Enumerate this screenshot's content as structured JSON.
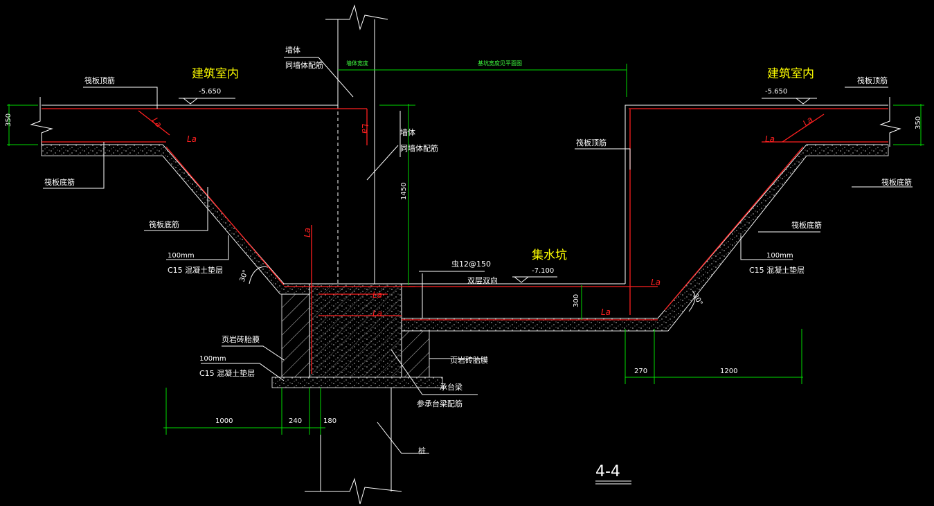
{
  "labels": {
    "wall_top": "墙体",
    "wall_top_rebar": "同墙体配筋",
    "wall_mid": "墙体",
    "wall_mid_rebar": "同墙体配筋",
    "wall_width": "墙体宽度",
    "pit_plan_range": "基坑宽度见平面图",
    "building_interior_left": "建筑室内",
    "building_interior_right": "建筑室内",
    "level_left": "-5.650",
    "level_right": "-5.650",
    "raft_top_rebar_left": "筏板顶筋",
    "raft_top_rebar_right": "筏板顶筋",
    "raft_top_rebar_pit": "筏板顶筋",
    "raft_bottom_rebar_left": "筏板底筋",
    "raft_bottom_rebar_right": "筏板底筋",
    "raft_bottom_rebar_slope_left": "筏板底筋",
    "raft_bottom_rebar_slope_right": "筏板底筋",
    "cushion_thk_left": "100mm",
    "cushion_mat_left": "C15  混凝土垫层",
    "cushion_thk_right": "100mm",
    "cushion_mat_right": "C15  混凝土垫层",
    "cushion_thk_bottom": "100mm",
    "cushion_mat_bottom": "C15  混凝土垫层",
    "angle_left": "30°",
    "angle_right": "30°",
    "sump": "集水坑",
    "sump_level": "-7.100",
    "sump_rebar": "虫12@150",
    "sump_rebar_note": "双层双向",
    "shale_brick_left": "页岩砖胎膜",
    "shale_brick_right": "页岩砖胎膜",
    "pile_cap_beam": "承台梁",
    "pile_cap_rebar": "参承台梁配筋",
    "pile": "桩",
    "anchor_La": "La",
    "section_name": "4-4"
  },
  "dimensions": {
    "left_slab_thk": "350",
    "right_slab_thk": "350",
    "wall_height": "1450",
    "sump_slab_thk": "300",
    "dim_1000": "1000",
    "dim_240": "240",
    "dim_180": "180",
    "dim_270": "270",
    "dim_1200": "1200"
  },
  "colors": {
    "background": "#000000",
    "outline": "#ffffff",
    "rebar": "#ff2020",
    "dimension": "#00dd00",
    "title": "#ffff00"
  }
}
